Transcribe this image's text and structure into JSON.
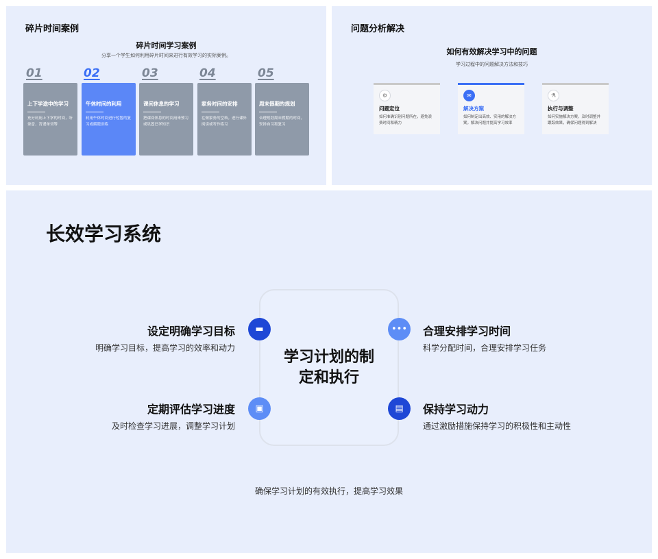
{
  "panel1": {
    "title": "碎片时间案例",
    "heading": "碎片时间学习案例",
    "subheading": "分享一个学生如何利用碎片时间来进行有效学习的实际案例。",
    "cards": [
      {
        "num": "01",
        "title": "上下学途中的学习",
        "desc": "充分利用上下学的时间，听录音、背诵单词等"
      },
      {
        "num": "02",
        "title": "午休时间的利用",
        "desc": "利用午休时间进行短暂的复习或解题训练"
      },
      {
        "num": "03",
        "title": "课间休息的学习",
        "desc": "把课间休息的时间用来预习或巩固已学知识"
      },
      {
        "num": "04",
        "title": "家务时间的安排",
        "desc": "在做家务的空档，进行课外阅读或写作练习"
      },
      {
        "num": "05",
        "title": "周末假期的规划",
        "desc": "合理规划周末假期的时间，安排自习和复习"
      }
    ]
  },
  "panel2": {
    "title": "问题分析解决",
    "heading": "如何有效解决学习中的问题",
    "subheading": "学习过程中的问题解决方法和技巧",
    "cards": [
      {
        "icon": "gear-icon",
        "title": "问题定位",
        "desc": "如何准确识别问题所在，避免浪费时间和精力"
      },
      {
        "icon": "message-icon",
        "title": "解决方案",
        "desc": "如何制定出高效、实用的解决方案，解决问题并提高学习效率"
      },
      {
        "icon": "flask-icon",
        "title": "执行与调整",
        "desc": "如何实施解决方案，及时调整并跟踪效果，确保问题得到解决"
      }
    ]
  },
  "panel3": {
    "title": "长效学习系统",
    "hub": "学习计划的制定和执行",
    "items": [
      {
        "title": "设定明确学习目标",
        "desc": "明确学习目标，提高学习的效率和动力",
        "icon": "sofa-icon"
      },
      {
        "title": "合理安排学习时间",
        "desc": "科学分配时间，合理安排学习任务",
        "icon": "chat-icon"
      },
      {
        "title": "定期评估学习进度",
        "desc": "及时检查学习进展，调整学习计划",
        "icon": "image-icon"
      },
      {
        "title": "保持学习动力",
        "desc": "通过激励措施保持学习的积极性和主动性",
        "icon": "printer-icon"
      }
    ],
    "footer": "确保学习计划的有效执行，提高学习效果"
  },
  "colors": {
    "panel_bg": "#e8eefc",
    "accent": "#3b6ff5",
    "card_grey": "#8f9aa9",
    "node_dark": "#1e47d6",
    "node_light": "#5d8df6"
  }
}
